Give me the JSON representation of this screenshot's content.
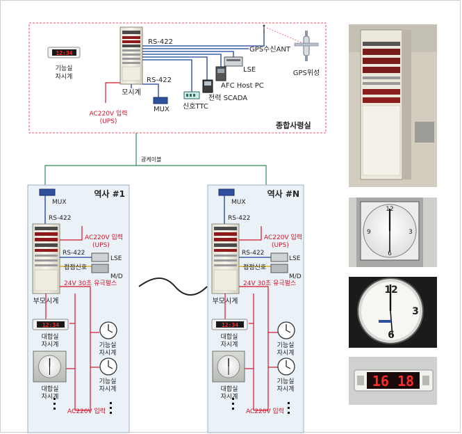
{
  "control_room": {
    "title": "종합사령실",
    "rs422_top": "RS-422",
    "rs422_mux": "RS-422",
    "gps_ant": "GPS수신ANT",
    "gps_sat": "GPS위성",
    "lse": "LSE",
    "afc": "AFC Host PC",
    "scada": "전력 SCADA",
    "ttc": "신호TTC",
    "mux": "MUX",
    "master_clock": "모시계",
    "machine_room_clock": [
      "기능실",
      "자시계"
    ],
    "ac_input": [
      "AC220V 입력",
      "(UPS)"
    ],
    "clock_display": "12:34"
  },
  "cable_label": "광케이블",
  "stations": [
    {
      "title": "역사 #1",
      "mux": "MUX",
      "rs422_a": "RS-422",
      "rs422_b": "RS-422",
      "ac_ups": [
        "AC220V 입력",
        "(UPS)"
      ],
      "lse": "LSE",
      "md": "M/D",
      "contact": "접점신호",
      "pulse": "24V 30초 유극펄스",
      "sub_clock": "부모시계",
      "hall_digital": [
        "대합실",
        "자시계"
      ],
      "hall_analog": [
        "대합실",
        "자시계"
      ],
      "machine_room_1": [
        "기능실",
        "자시계"
      ],
      "machine_room_2": [
        "기능실",
        "자시계"
      ],
      "ac_bottom": "AC220V 입력",
      "display": "12:34"
    },
    {
      "title": "역사 #N",
      "mux": "MUX",
      "rs422_a": "RS-422",
      "rs422_b": "RS-422",
      "ac_ups": [
        "AC220V 입력",
        "(UPS)"
      ],
      "lse": "LSE",
      "md": "M/D",
      "contact": "접점신호",
      "pulse": "24V 30초 유극펄스",
      "sub_clock": "부모시계",
      "hall_digital": [
        "대합실",
        "자시계"
      ],
      "hall_analog": [
        "대합실",
        "자시계"
      ],
      "machine_room_1": [
        "기능실",
        "자시계"
      ],
      "machine_room_2": [
        "기능실",
        "자시계"
      ],
      "ac_bottom": "AC220V 입력",
      "display": "12:34"
    }
  ],
  "photos": {
    "digital_clock_display": "16 18",
    "wall_clock_1_numerals": [
      "12",
      "3",
      "6",
      "9"
    ],
    "wall_clock_2_numerals": [
      "12",
      "3",
      "6"
    ]
  },
  "colors": {
    "control_border": "#e8506a",
    "red_line": "#d4142a",
    "blue_line": "#1a3d9c",
    "green_line": "#2e8b57",
    "station_bg": "#eaf1f7",
    "led_red": "#ff2a2a"
  }
}
